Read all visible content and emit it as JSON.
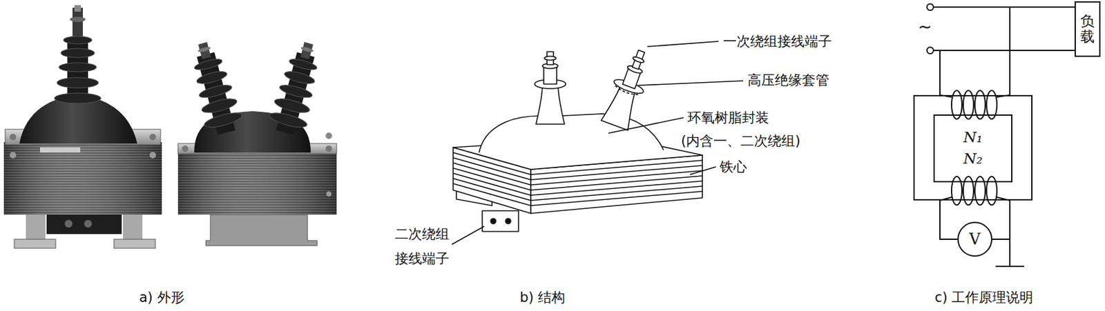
{
  "diagram": {
    "nodes": [
      {
        "text": [
          "负载"
        ]
      },
      {
        "text": [
          "N₁",
          "N₂"
        ]
      },
      {
        "text": [
          "V"
        ]
      }
    ],
    "edges": [
      {
        "from": 1,
        "to": 0,
        "arrow": "none"
      },
      {
        "from": 1,
        "to": 0,
        "arrow": "none"
      },
      {
        "from": 1,
        "to": 2,
        "arrow": "none"
      },
      {
        "from": 1,
        "to": 2,
        "arrow": "none"
      }
    ],
    "labels": [
      "一次绕组接线端子",
      "高压绝缘套管",
      "环氧树脂封装",
      "(内含一、二次绕组)",
      "铁心",
      "二次绕组",
      "接线端子",
      "~",
      "a) 外形",
      "b) 结构",
      "c) 工作原理说明"
    ]
  }
}
